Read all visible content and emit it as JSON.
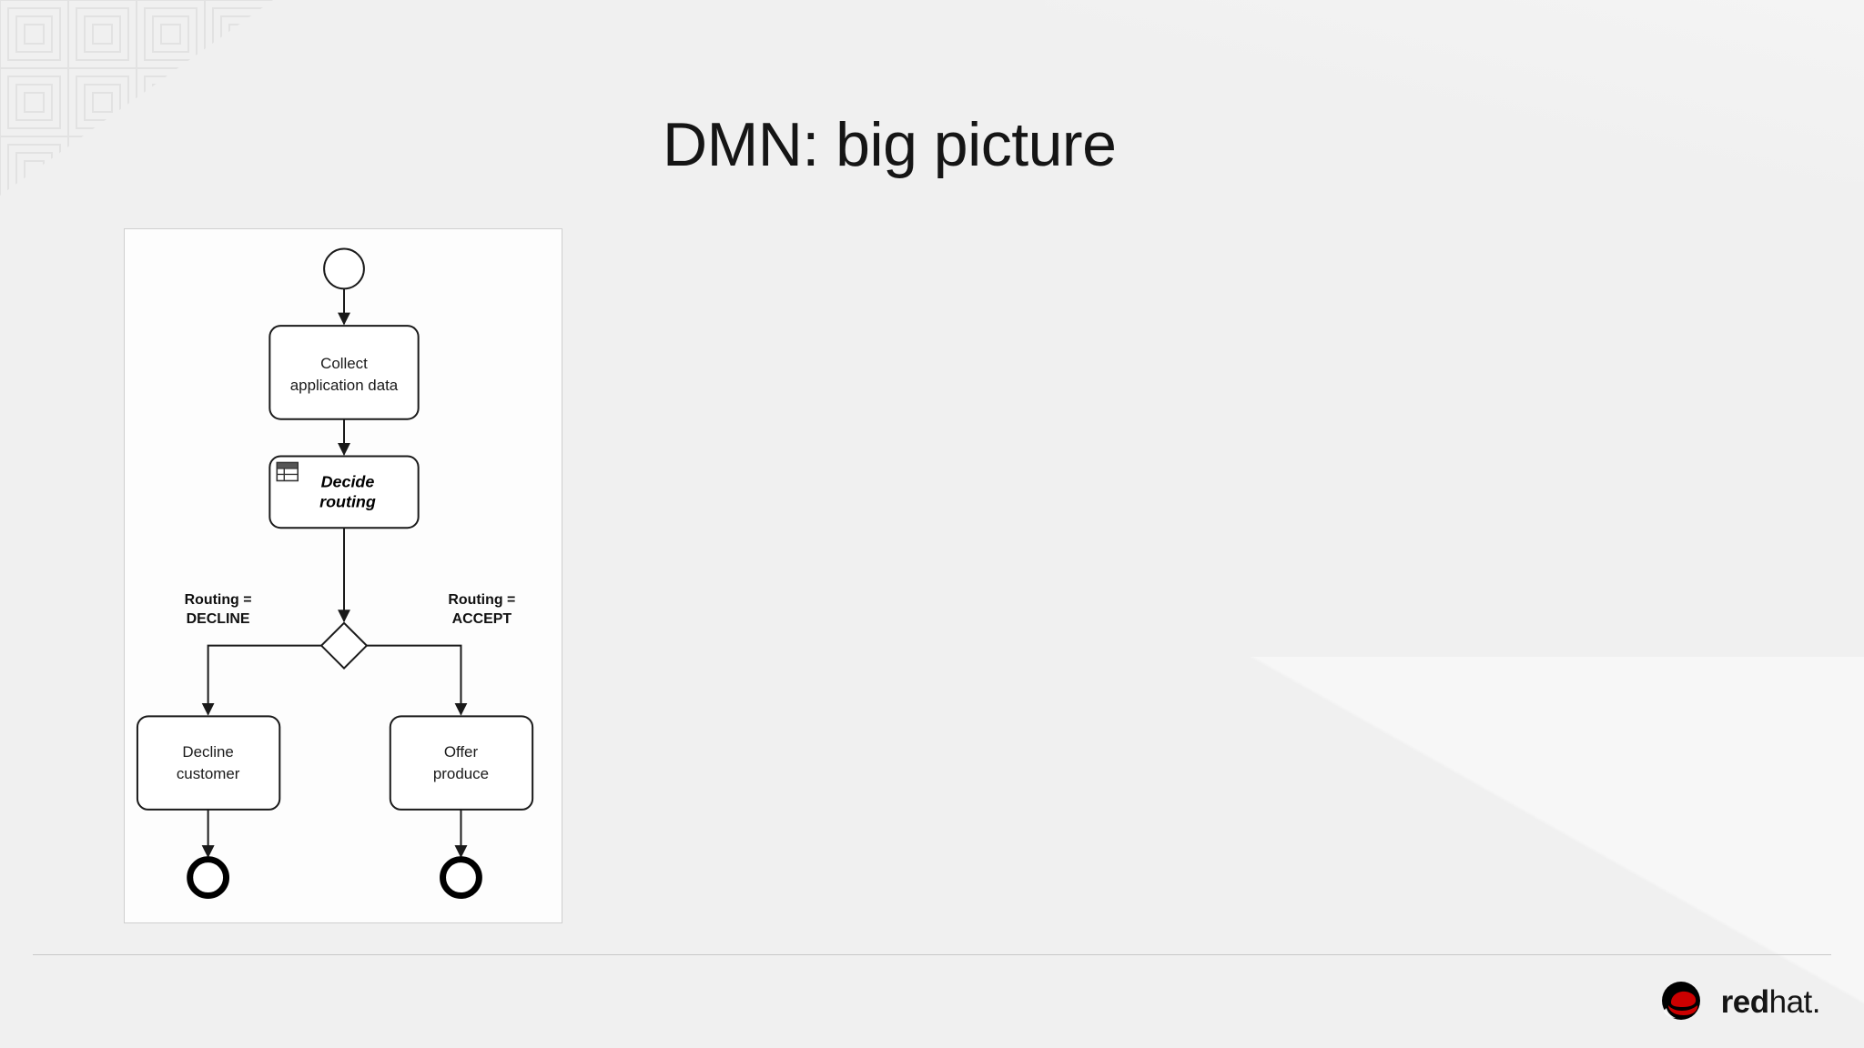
{
  "slide": {
    "title": "DMN: big picture",
    "background_color": "#f0f0f0",
    "panel_background_color": "#fdfdfd",
    "panel_border_color": "#cfcfcf",
    "divider_color": "#c8c8c8"
  },
  "diagram": {
    "type": "bpmn-process",
    "start_event": {
      "name": "start-event",
      "shape": "circle"
    },
    "tasks": [
      {
        "id": "collect",
        "label_line1": "Collect",
        "label_line2": "application data",
        "type": "user-task"
      },
      {
        "id": "decide",
        "label_line1": "Decide",
        "label_line2": "routing",
        "type": "business-rule-task",
        "icon": "decision-table-icon",
        "bold_italic": true
      },
      {
        "id": "decline",
        "label_line1": "Decline",
        "label_line2": "customer",
        "type": "user-task"
      },
      {
        "id": "offer",
        "label_line1": "Offer",
        "label_line2": "produce",
        "type": "user-task"
      }
    ],
    "gateway": {
      "id": "routing-gateway",
      "type": "exclusive-gateway",
      "shape": "diamond"
    },
    "flow_labels": [
      {
        "id": "decline-flow",
        "line1": "Routing =",
        "line2": "DECLINE"
      },
      {
        "id": "accept-flow",
        "line1": "Routing =",
        "line2": "ACCEPT"
      }
    ],
    "end_events": [
      {
        "id": "end-decline",
        "shape": "thick-circle"
      },
      {
        "id": "end-accept",
        "shape": "thick-circle"
      }
    ]
  },
  "footer": {
    "logo": {
      "word_red": "red",
      "word_hat": "hat.",
      "hat_color": "#cc0000",
      "mark_color": "#000000"
    }
  }
}
